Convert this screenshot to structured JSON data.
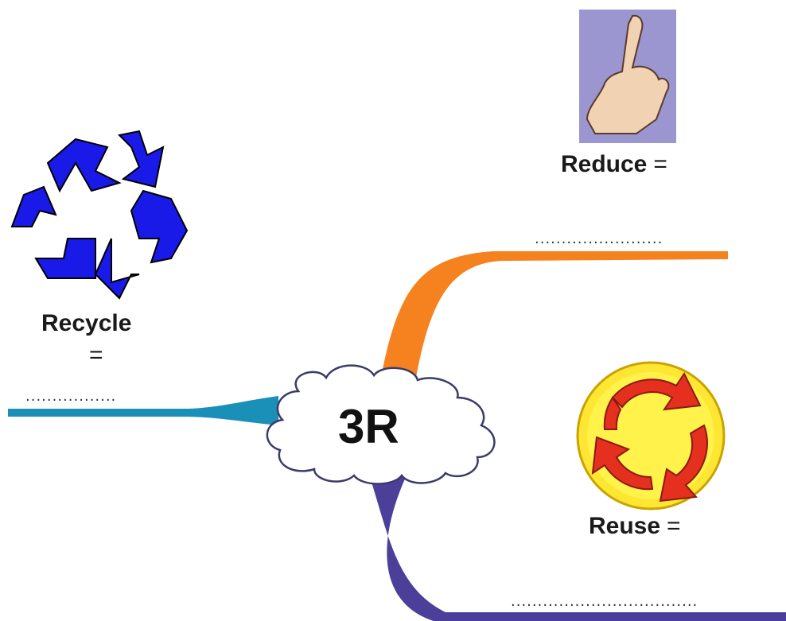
{
  "center": {
    "label": "3R"
  },
  "branches": {
    "reduce": {
      "label": "Reduce",
      "equals": "=",
      "blank": "........................",
      "color": "#f5821f"
    },
    "recycle": {
      "label": "Recycle",
      "equals": "=",
      "blank": ".................",
      "color": "#1a8fb8"
    },
    "reuse": {
      "label": "Reuse",
      "equals": "=",
      "blank": "...................................",
      "color": "#4b3f9a"
    }
  },
  "icons": {
    "reduce": "raised-index-finger-hand-icon",
    "recycle": "recycle-arrows-icon",
    "reuse": "circular-arrows-icon"
  }
}
